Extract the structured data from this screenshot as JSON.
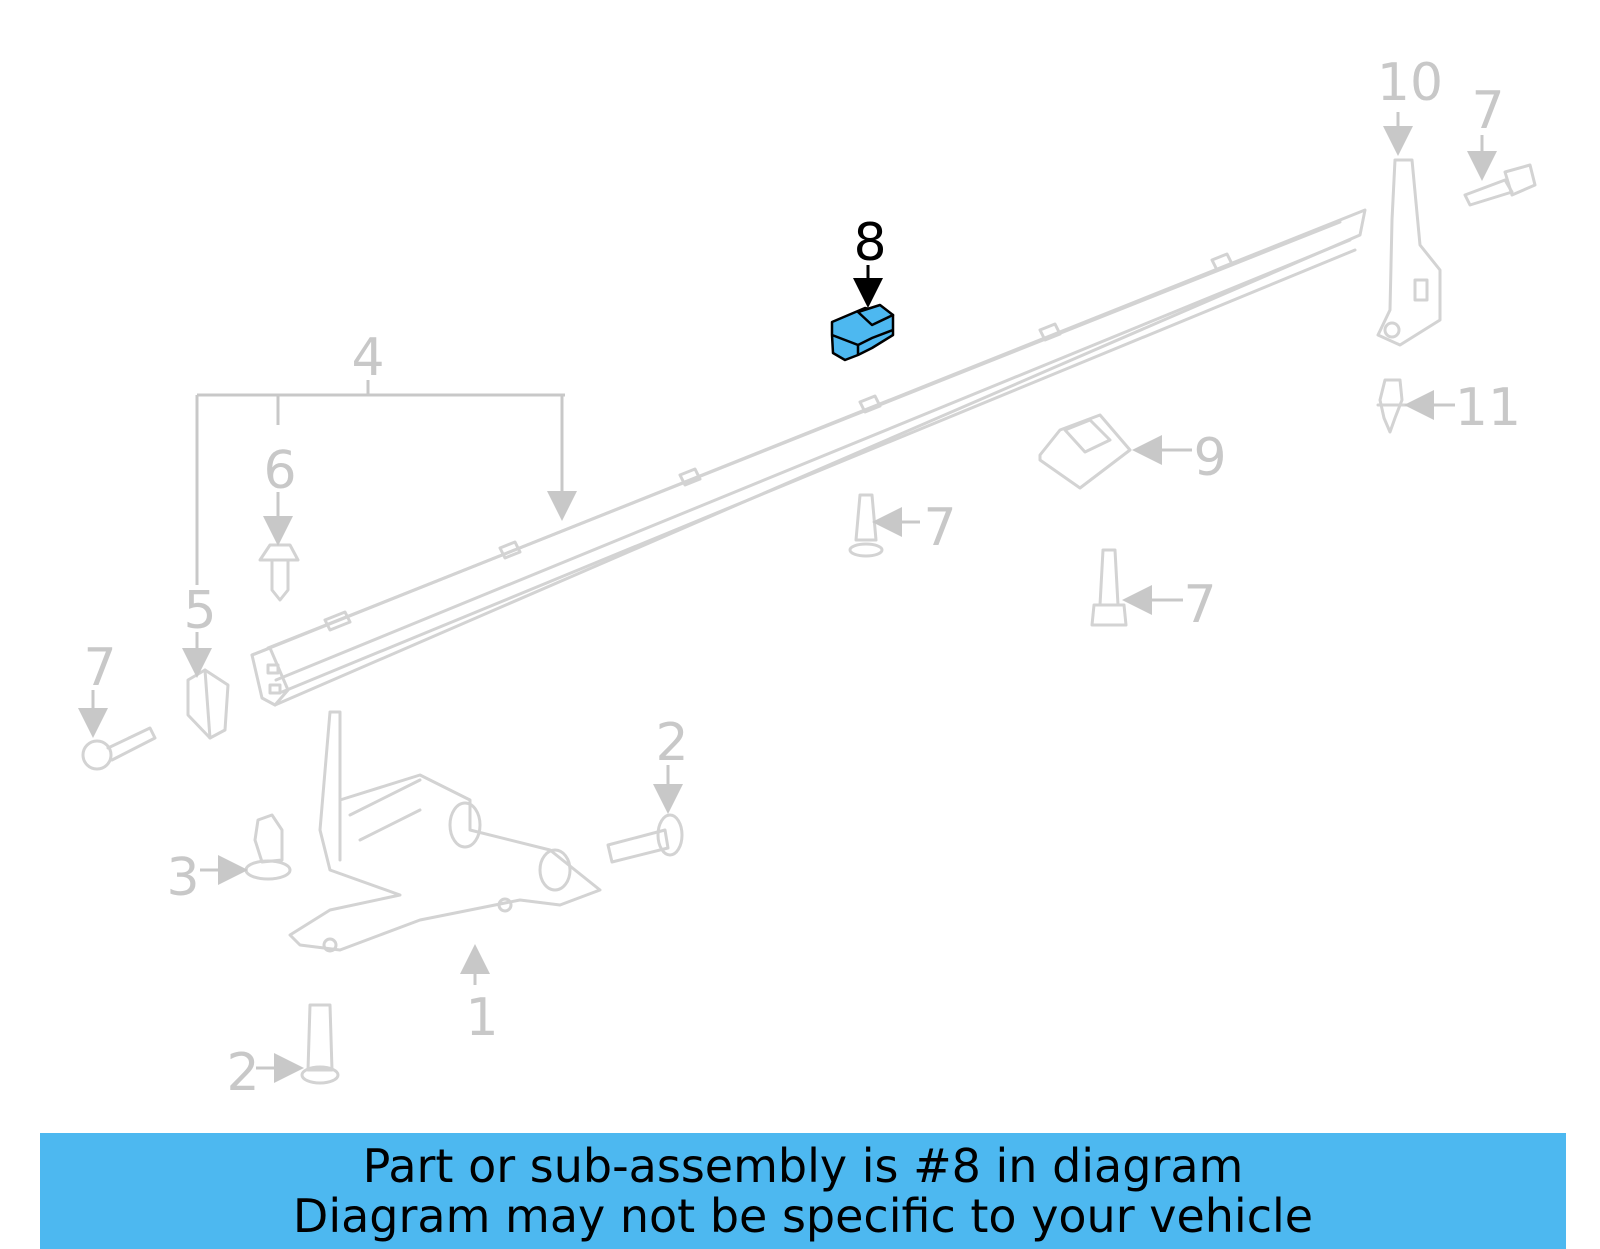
{
  "colors": {
    "highlight": "#4db8f0",
    "banner": "#4db8f0",
    "part_line": "#d3d3d3",
    "label": "#c8c8c8",
    "highlight_label": "#000000"
  },
  "callouts": {
    "c1": "1",
    "c2a": "2",
    "c2b": "2",
    "c3": "3",
    "c4": "4",
    "c5": "5",
    "c6": "6",
    "c7a": "7",
    "c7b": "7",
    "c7c": "7",
    "c7d": "7",
    "c8": "8",
    "c9": "9",
    "c10": "10",
    "c11": "11"
  },
  "banner": {
    "line1": "Part or sub-assembly is #8 in diagram",
    "line2": "Diagram may not be specific to your vehicle"
  }
}
